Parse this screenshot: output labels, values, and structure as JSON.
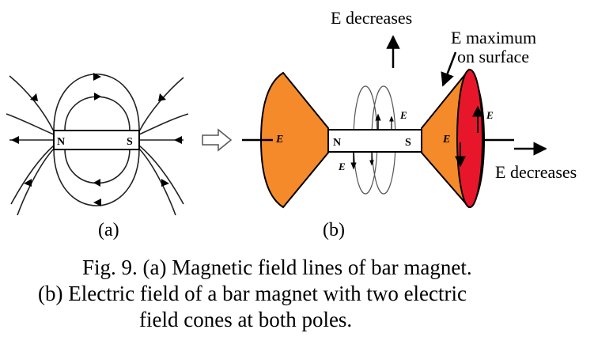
{
  "panel_a": {
    "magnet_n": "N",
    "magnet_s": "S",
    "label": "(a)"
  },
  "transition_arrow_icon": "hollow-right-arrow-icon",
  "panel_b": {
    "magnet_n": "N",
    "magnet_s": "S",
    "label": "(b)",
    "e_decreases_top": "E decreases",
    "e_max_line1": "E maximum",
    "e_max_line2": "on surface",
    "e_decreases_right": "E decreases",
    "e_symbol": "E",
    "colors": {
      "cone": "#f58a2a",
      "end_cap": "#e8162a",
      "outline": "#000000"
    }
  },
  "caption": {
    "line1": "Fig. 9. (a) Magnetic field lines of bar magnet.",
    "line2": "(b) Electric field of a bar magnet with two electric",
    "line3": "field cones at both poles."
  }
}
